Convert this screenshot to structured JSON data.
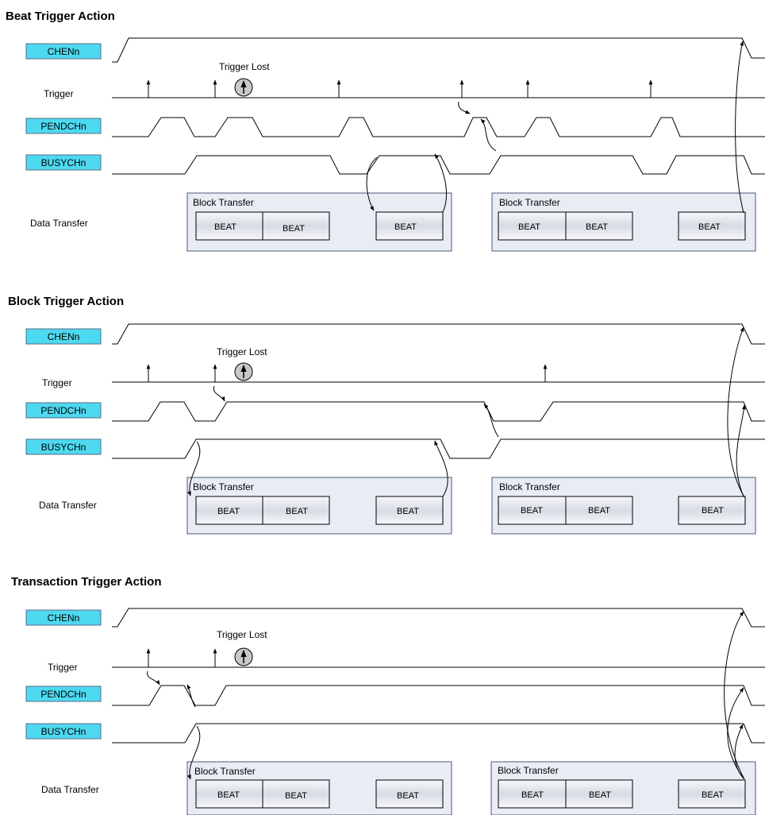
{
  "sections": [
    {
      "title": "Beat Trigger Action",
      "signals": {
        "chen": "CHENn",
        "trigger": "Trigger",
        "pend": "PENDCHn",
        "busy": "BUSYCHn",
        "data": "Data Transfer"
      },
      "trigger_lost": "Trigger Lost",
      "blocks": [
        {
          "label": "Block Transfer",
          "beats": [
            "BEAT",
            "BEAT",
            "BEAT"
          ]
        },
        {
          "label": "Block Transfer",
          "beats": [
            "BEAT",
            "BEAT",
            "BEAT"
          ]
        }
      ]
    },
    {
      "title": "Block Trigger Action",
      "signals": {
        "chen": "CHENn",
        "trigger": "Trigger",
        "pend": "PENDCHn",
        "busy": "BUSYCHn",
        "data": "Data Transfer"
      },
      "trigger_lost": "Trigger Lost",
      "blocks": [
        {
          "label": "Block Transfer",
          "beats": [
            "BEAT",
            "BEAT",
            "BEAT"
          ]
        },
        {
          "label": "Block Transfer",
          "beats": [
            "BEAT",
            "BEAT",
            "BEAT"
          ]
        }
      ]
    },
    {
      "title": "Transaction Trigger Action",
      "signals": {
        "chen": "CHENn",
        "trigger": "Trigger",
        "pend": "PENDCHn",
        "busy": "BUSYCHn",
        "data": "Data Transfer"
      },
      "trigger_lost": "Trigger Lost",
      "blocks": [
        {
          "label": "Block Transfer",
          "beats": [
            "BEAT",
            "BEAT",
            "BEAT"
          ]
        },
        {
          "label": "Block Transfer",
          "beats": [
            "BEAT",
            "BEAT",
            "BEAT"
          ]
        }
      ]
    }
  ],
  "colors": {
    "signal_box": "#4dd9ef",
    "block_fill": "#e8ecf4",
    "beat_fill": "#f2f4f8",
    "lost_circle": "#c8c8c8",
    "line": "#000000"
  }
}
